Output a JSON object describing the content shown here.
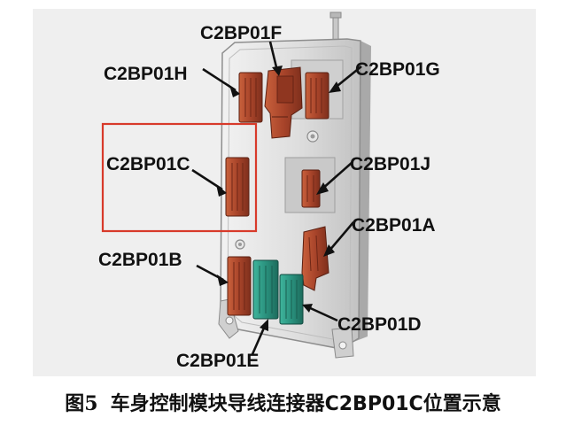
{
  "figure": {
    "labels": {
      "f": "C2BP01F",
      "h": "C2BP01H",
      "g": "C2BP01G",
      "c": "C2BP01C",
      "j": "C2BP01J",
      "a": "C2BP01A",
      "b": "C2BP01B",
      "d": "C2BP01D",
      "e": "C2BP01E"
    },
    "highlighted_connector": "C2BP01C",
    "colors": {
      "background": "#efefef",
      "module": "#d8d8d8",
      "connector_brown": "#b04a2a",
      "connector_teal": "#2f9a86",
      "highlight_box": "#d83a2a"
    }
  },
  "caption": {
    "figure_number": "图5",
    "text": "车身控制模块导线连接器C2BP01C位置示意"
  }
}
